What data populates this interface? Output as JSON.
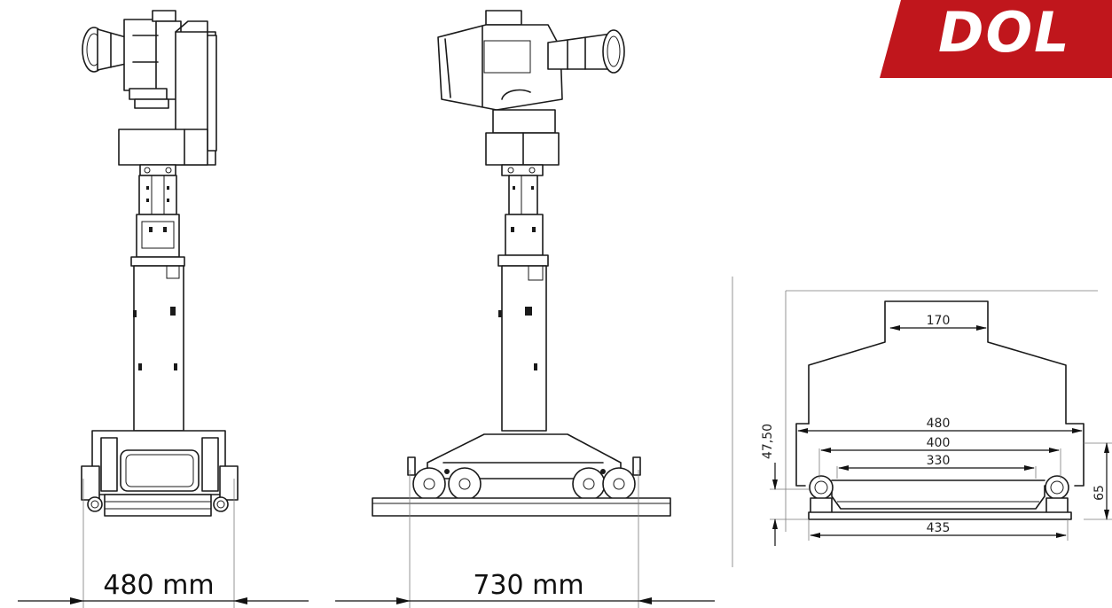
{
  "brand": {
    "text": "DOL",
    "color": "#c0161c"
  },
  "front_view": {
    "width_label": "480 mm"
  },
  "side_view": {
    "width_label": "730 mm"
  },
  "section_view": {
    "dims": {
      "top": "170",
      "outer": "480",
      "middle": "400",
      "inner": "330",
      "bottom": "435",
      "left_height": "47,50",
      "right_height": "65"
    }
  },
  "colors": {
    "line": "#1a1a1a",
    "thin_line": "#7a7a7a",
    "background": "#ffffff"
  }
}
